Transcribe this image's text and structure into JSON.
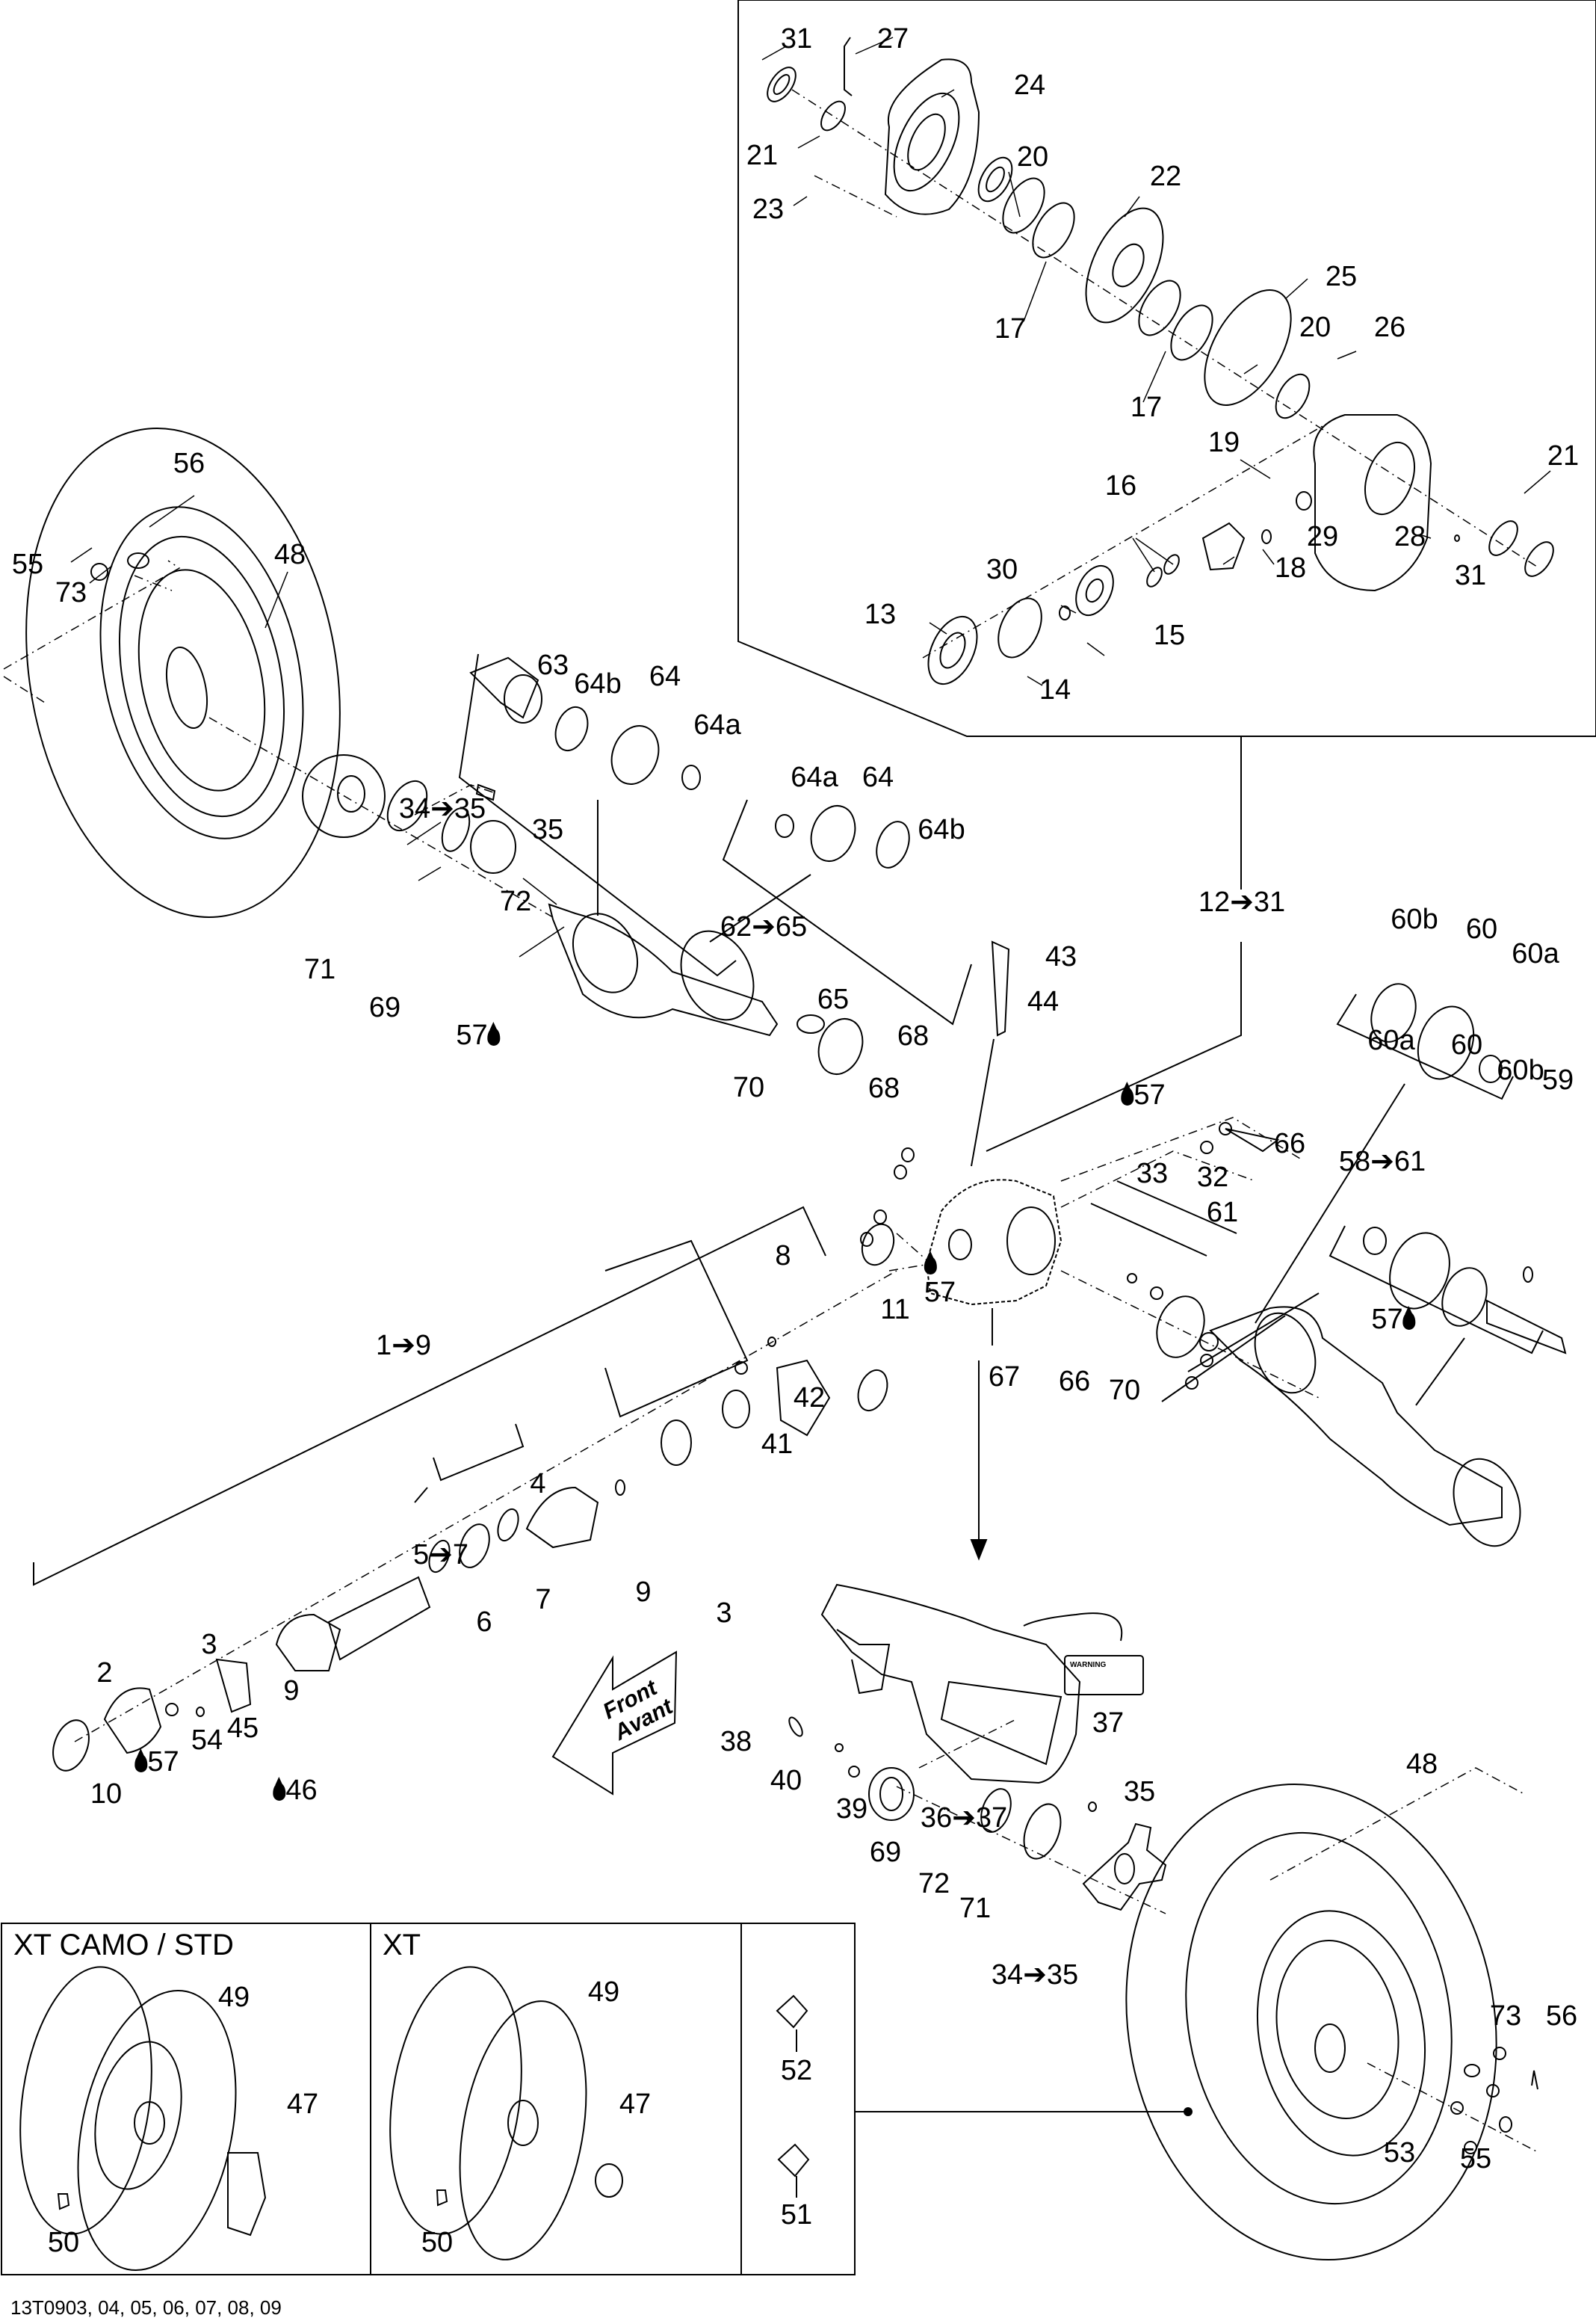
{
  "diagram": {
    "type": "exploded-parts-diagram",
    "subject": "Rear drive / front drive axle, propeller shaft and wheels",
    "figure_code": "13T0903, 04, 05, 06, 07, 08, 09",
    "direction_arrow": {
      "line1": "Front",
      "line2": "Avant"
    },
    "grease_symbol": "grease-drop-icon"
  },
  "callouts": {
    "differential": [
      {
        "id": "31",
        "text": "31"
      },
      {
        "id": "27",
        "text": "27"
      },
      {
        "id": "24",
        "text": "24"
      },
      {
        "id": "21",
        "text": "21"
      },
      {
        "id": "20",
        "text": "20"
      },
      {
        "id": "23",
        "text": "23"
      },
      {
        "id": "22",
        "text": "22"
      },
      {
        "id": "17",
        "text": "17"
      },
      {
        "id": "25",
        "text": "25"
      },
      {
        "id": "17b",
        "text": "17"
      },
      {
        "id": "20b",
        "text": "20"
      },
      {
        "id": "26",
        "text": "26"
      },
      {
        "id": "19",
        "text": "19"
      },
      {
        "id": "21b",
        "text": "21"
      },
      {
        "id": "16",
        "text": "16"
      },
      {
        "id": "29",
        "text": "29"
      },
      {
        "id": "28",
        "text": "28"
      },
      {
        "id": "31b",
        "text": "31"
      },
      {
        "id": "18",
        "text": "18"
      },
      {
        "id": "30",
        "text": "30"
      },
      {
        "id": "13",
        "text": "13"
      },
      {
        "id": "15",
        "text": "15"
      },
      {
        "id": "14",
        "text": "14"
      }
    ],
    "left_wheel": [
      {
        "id": "56",
        "text": "56"
      },
      {
        "id": "55",
        "text": "55"
      },
      {
        "id": "73",
        "text": "73"
      },
      {
        "id": "48",
        "text": "48"
      },
      {
        "id": "34-35",
        "text": "34➔35"
      },
      {
        "id": "35",
        "text": "35"
      },
      {
        "id": "72",
        "text": "72"
      },
      {
        "id": "71",
        "text": "71"
      },
      {
        "id": "69",
        "text": "69"
      },
      {
        "id": "57",
        "text": "57",
        "grease": true
      }
    ],
    "left_axle": [
      {
        "id": "63",
        "text": "63"
      },
      {
        "id": "64b",
        "text": "64b"
      },
      {
        "id": "64",
        "text": "64"
      },
      {
        "id": "64a",
        "text": "64a"
      },
      {
        "id": "64a-2",
        "text": "64a"
      },
      {
        "id": "64-2",
        "text": "64"
      },
      {
        "id": "64b-2",
        "text": "64b"
      },
      {
        "id": "62-65",
        "text": "62➔65"
      },
      {
        "id": "65",
        "text": "65"
      },
      {
        "id": "70",
        "text": "70"
      }
    ],
    "housing": [
      {
        "id": "12-31",
        "text": "12➔31"
      },
      {
        "id": "43",
        "text": "43"
      },
      {
        "id": "44",
        "text": "44"
      },
      {
        "id": "68",
        "text": "68"
      },
      {
        "id": "68b",
        "text": "68"
      },
      {
        "id": "57b",
        "text": "57",
        "grease": true
      },
      {
        "id": "66",
        "text": "66"
      },
      {
        "id": "33",
        "text": "33"
      },
      {
        "id": "32",
        "text": "32"
      },
      {
        "id": "61",
        "text": "61"
      },
      {
        "id": "57c",
        "text": "57",
        "grease": true
      },
      {
        "id": "11",
        "text": "11"
      },
      {
        "id": "67",
        "text": "67"
      },
      {
        "id": "66b",
        "text": "66"
      },
      {
        "id": "70b",
        "text": "70"
      }
    ],
    "right_axle": [
      {
        "id": "60b",
        "text": "60b"
      },
      {
        "id": "60",
        "text": "60"
      },
      {
        "id": "60a",
        "text": "60a"
      },
      {
        "id": "60a-2",
        "text": "60a"
      },
      {
        "id": "60-2",
        "text": "60"
      },
      {
        "id": "60b-2",
        "text": "60b"
      },
      {
        "id": "59",
        "text": "59"
      },
      {
        "id": "58-61",
        "text": "58➔61"
      },
      {
        "id": "57d",
        "text": "57",
        "grease": true
      }
    ],
    "propshaft": [
      {
        "id": "1-9",
        "text": "1➔9"
      },
      {
        "id": "8",
        "text": "8"
      },
      {
        "id": "4",
        "text": "4"
      },
      {
        "id": "41",
        "text": "41"
      },
      {
        "id": "42",
        "text": "42"
      },
      {
        "id": "5-7",
        "text": "5➔7"
      },
      {
        "id": "9",
        "text": "9"
      },
      {
        "id": "3",
        "text": "3"
      },
      {
        "id": "6",
        "text": "6"
      },
      {
        "id": "7",
        "text": "7"
      },
      {
        "id": "3b",
        "text": "3"
      },
      {
        "id": "9b",
        "text": "9"
      },
      {
        "id": "2",
        "text": "2"
      },
      {
        "id": "54",
        "text": "54"
      },
      {
        "id": "45",
        "text": "45"
      },
      {
        "id": "10",
        "text": "10"
      },
      {
        "id": "57e",
        "text": "57",
        "grease": true
      },
      {
        "id": "46",
        "text": "46",
        "grease": true
      }
    ],
    "skid_plate": [
      {
        "id": "38",
        "text": "38"
      },
      {
        "id": "40",
        "text": "40"
      },
      {
        "id": "39",
        "text": "39"
      },
      {
        "id": "37",
        "text": "37"
      },
      {
        "id": "36-37",
        "text": "36➔37"
      }
    ],
    "right_wheel": [
      {
        "id": "48b",
        "text": "48"
      },
      {
        "id": "69b",
        "text": "69"
      },
      {
        "id": "35b",
        "text": "35"
      },
      {
        "id": "72b",
        "text": "72"
      },
      {
        "id": "71b",
        "text": "71"
      },
      {
        "id": "34-35b",
        "text": "34➔35"
      },
      {
        "id": "73b",
        "text": "73"
      },
      {
        "id": "56b",
        "text": "56"
      },
      {
        "id": "53",
        "text": "53"
      },
      {
        "id": "55b",
        "text": "55"
      }
    ]
  },
  "variant_panels": [
    {
      "title": "XT CAMO / STD",
      "callouts": [
        "49",
        "47",
        "50"
      ]
    },
    {
      "title": "XT",
      "callouts": [
        "49",
        "47",
        "50"
      ]
    },
    {
      "title": "",
      "callouts": [
        "52",
        "51"
      ]
    }
  ],
  "warning_label": {
    "heading": "WARNING"
  }
}
